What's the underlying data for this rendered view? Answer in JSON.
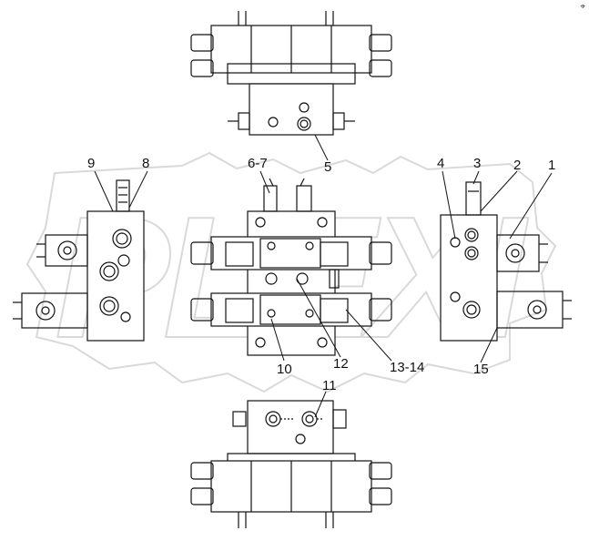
{
  "watermark": {
    "text": "PLEXI",
    "color": "#d9d9d9"
  },
  "corner_glyph": "⌖",
  "callouts": [
    {
      "id": "9",
      "label": "9"
    },
    {
      "id": "8",
      "label": "8"
    },
    {
      "id": "6-7",
      "label": "6-7"
    },
    {
      "id": "5",
      "label": "5"
    },
    {
      "id": "4",
      "label": "4"
    },
    {
      "id": "3",
      "label": "3"
    },
    {
      "id": "2",
      "label": "2"
    },
    {
      "id": "1",
      "label": "1"
    },
    {
      "id": "10",
      "label": "10"
    },
    {
      "id": "12",
      "label": "12"
    },
    {
      "id": "13-14",
      "label": "13-14"
    },
    {
      "id": "15",
      "label": "15"
    },
    {
      "id": "11",
      "label": "11"
    }
  ],
  "colors": {
    "line": "#111111",
    "background": "#ffffff"
  }
}
